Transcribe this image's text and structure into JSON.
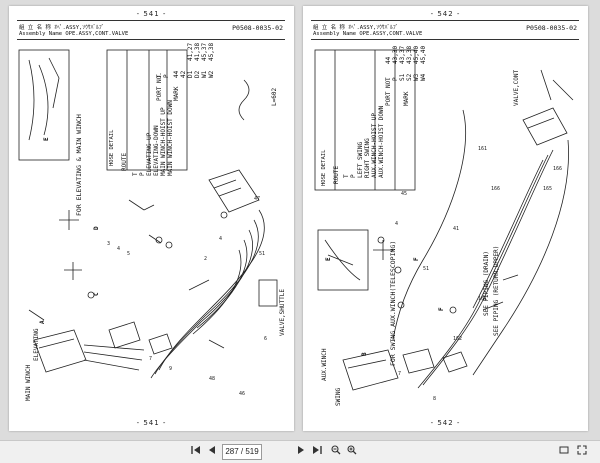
{
  "left_page": {
    "page_top": "- 541 -",
    "page_bottom": "- 541 -",
    "header_line1": "組 立 名 称   ｵﾍﾟ.ASSY,ｿｳｻﾊﾞﾙﾌﾞ",
    "header_line2": "Assembly Name    OPE.ASSY,CONT.VALVE",
    "code": "P0508-0035-02",
    "section_title": "FOR ELEVATING & MAIN WINCH",
    "hose_title": "HOSE DETAIL",
    "hose_col_route": "ROUTE",
    "hose_col_port": "PORT NO.",
    "hose_col_mark": "MARK",
    "hose_rows": [
      {
        "route": "T",
        "port": "T",
        "mark": "44"
      },
      {
        "route": "P",
        "port": "P",
        "mark": "42"
      },
      {
        "route": "ELEVATING-UP",
        "port": "D1",
        "mark": "41,27"
      },
      {
        "route": "ELEVATING-DOWN",
        "port": "D2",
        "mark": "41,38"
      },
      {
        "route": "MAIN WINCH-HOIST UP",
        "port": "W1",
        "mark": "45,37"
      },
      {
        "route": "MAIN WINCH-HOIST DOWN",
        "port": "W2",
        "mark": "45,38"
      }
    ],
    "main_winch_label": "MAIN WINCH",
    "elevating_label": "ELEVATING",
    "valve_label": "VALVE,SHUTTLE",
    "ref_label": "L=602",
    "view_labels": [
      "C",
      "D",
      "E",
      "A"
    ]
  },
  "right_page": {
    "page_top": "- 542 -",
    "page_bottom": "- 542 -",
    "header_line1": "組 立 名 称   ｵﾍﾟ.ASSY,ｿｳｻﾊﾞﾙﾌﾞ",
    "header_line2": "Assembly Name    OPE.ASSY,CONT.VALVE",
    "code": "P0508-0035-02",
    "section_title": "FOR SWING AUX.WINCH(TELESCOPING)",
    "hose_title": "HOSE DETAIL",
    "hose_col_route": "ROUTE",
    "hose_col_port": "PORT NO.",
    "hose_col_mark": "MARK",
    "hose_rows": [
      {
        "route": "T",
        "port": "T",
        "mark": "44"
      },
      {
        "route": "P",
        "port": "P",
        "mark": "43,30"
      },
      {
        "route": "LEFT SWING",
        "port": "S1",
        "mark": "43,37"
      },
      {
        "route": "RIGHT SWING",
        "port": "S2",
        "mark": "43,38"
      },
      {
        "route": "AUX.WINCH-HOIST UP",
        "port": "W3",
        "mark": "45,40"
      },
      {
        "route": "AUX.WINCH-HOIST DOWN",
        "port": "W4",
        "mark": "45,40"
      }
    ],
    "aux_winch_label": "AUX.WINCH",
    "swing_label": "SWING",
    "see_piping_1": "SEE PIPING (RETURN,UPPER)",
    "see_piping_2": "SEE PIPING (DRAIN)",
    "valve_label": "VALVE,CONT",
    "view_labels": [
      "E",
      "F",
      "B",
      "F"
    ]
  },
  "toolbar": {
    "first_icon": "first-page-icon",
    "prev_icon": "previous-page-icon",
    "page_value": "287 / 519",
    "next_icon": "next-page-icon",
    "last_icon": "last-page-icon",
    "zoom_out_icon": "zoom-out-icon",
    "zoom_in_icon": "zoom-in-icon",
    "fit_icon": "fit-width-icon",
    "expand_icon": "fullscreen-icon"
  }
}
